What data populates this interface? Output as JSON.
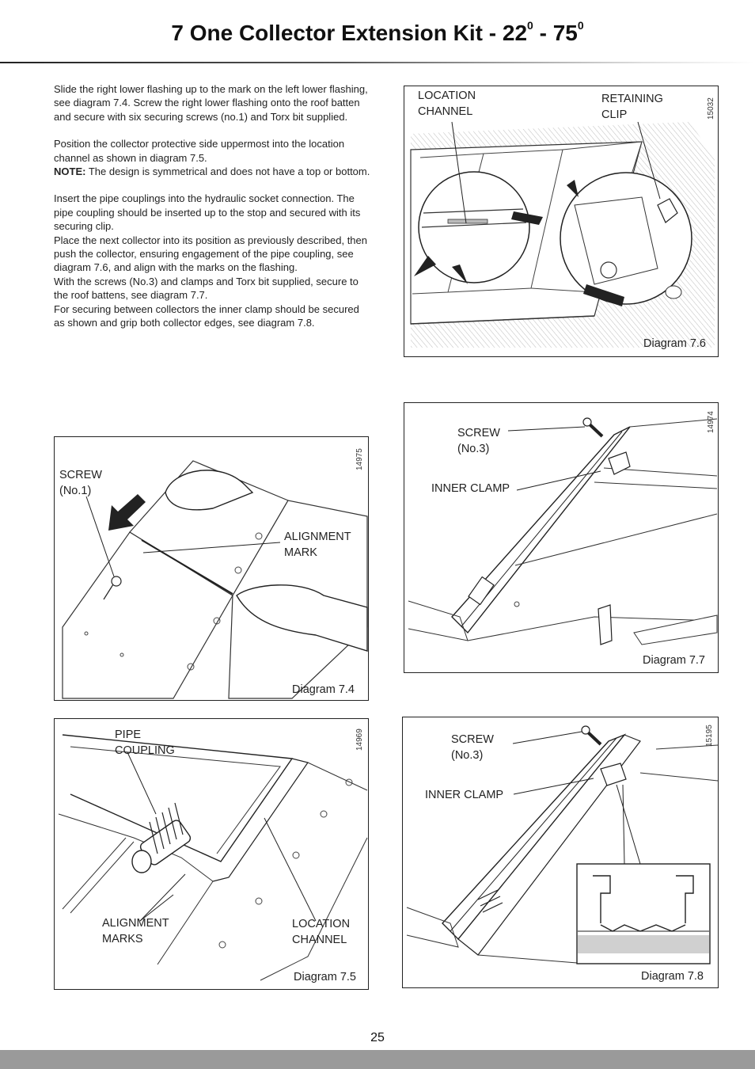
{
  "page": {
    "title_prefix": "7  One Collector Extension Kit - 22",
    "title_sup1": "0",
    "title_mid": " - 75",
    "title_sup2": "0",
    "page_number": "25"
  },
  "instructions": {
    "p1": "Slide the right lower flashing up to the mark on the left lower flashing, see diagram 7.4. Screw the right lower flashing onto the roof batten and secure with six securing screws (no.1) and Torx bit supplied.",
    "p2": "Position the collector protective side uppermost into the location channel as shown in diagram 7.5.",
    "note_label": "NOTE:",
    "note_text": " The design is symmetrical and does not have a top or bottom.",
    "p3": "Insert the pipe couplings into the hydraulic socket connection. The pipe coupling should be inserted up to the stop and secured with its securing clip.",
    "p4": "Place the next collector into its position as previously described, then push the collector, ensuring engagement of the pipe coupling, see diagram 7.6, and align with the marks on the flashing.",
    "p5": "With the screws (No.3) and clamps and Torx bit supplied, secure to the roof battens, see diagram 7.7.",
    "p6": "For securing between collectors the inner clamp should be secured as shown and grip both collector edges, see diagram 7.8."
  },
  "diagrams": {
    "d76": {
      "caption": "Diagram 7.6",
      "ref": "15032",
      "label_a": "LOCATION\nCHANNEL",
      "label_b": "RETAINING\nCLIP"
    },
    "d74": {
      "caption": "Diagram 7.4",
      "ref": "14975",
      "label_a": "SCREW\n(No.1)",
      "label_b": "ALIGNMENT\nMARK"
    },
    "d77": {
      "caption": "Diagram 7.7",
      "ref": "14974",
      "label_a": "SCREW\n(No.3)",
      "label_b": "INNER CLAMP"
    },
    "d75": {
      "caption": "Diagram 7.5",
      "ref": "14969",
      "label_a": "PIPE\nCOUPLING",
      "label_b": "ALIGNMENT\nMARKS",
      "label_c": "LOCATION\nCHANNEL"
    },
    "d78": {
      "caption": "Diagram 7.8",
      "ref": "15195",
      "label_a": "SCREW\n(No.3)",
      "label_b": "INNER CLAMP"
    }
  }
}
